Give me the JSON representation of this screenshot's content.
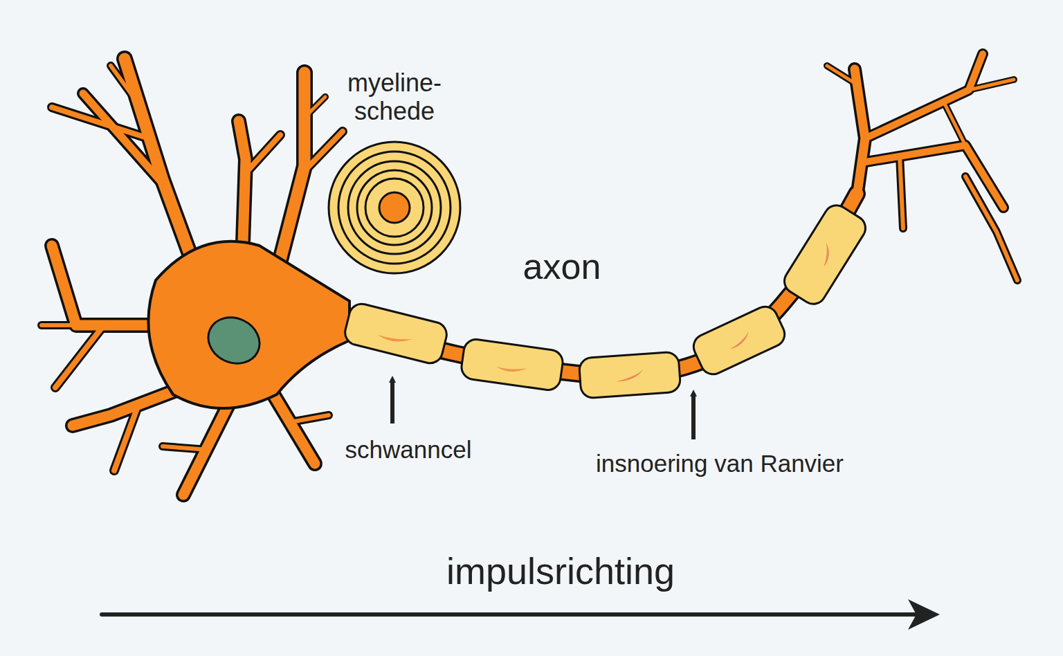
{
  "diagram": {
    "labels": [
      "myeline- schede",
      "axon",
      "schwanncel",
      "insnoering van Ranvier",
      "impulsrichting"
    ]
  }
}
